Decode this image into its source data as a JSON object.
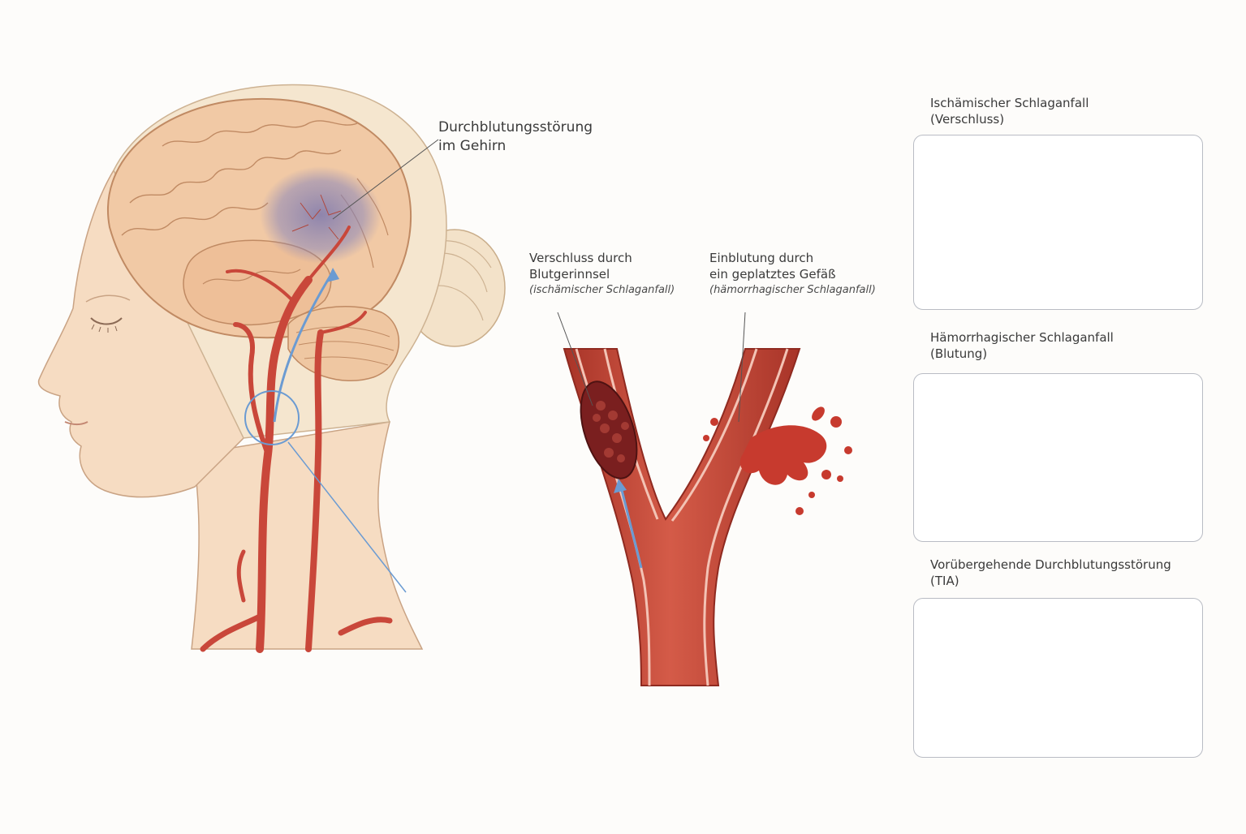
{
  "labels": {
    "brain_region_line1": "Durchblutungsstörung",
    "brain_region_line2": "im Gehirn",
    "occlusion_line1": "Verschluss durch",
    "occlusion_line2": "Blutgerinnsel",
    "occlusion_line3": "(ischämischer Schlaganfall)",
    "bleed_line1": "Einblutung durch",
    "bleed_line2": "ein geplatztes Gefäß",
    "bleed_line3": "(hämorrhagischer Schlaganfall)"
  },
  "panels": [
    {
      "title_line1": "Ischämischer Schlaganfall",
      "title_line2": "(Verschluss)",
      "kind": "ischemic"
    },
    {
      "title_line1": "Hämorrhagischer Schlaganfall",
      "title_line2": "(Blutung)",
      "kind": "hemorrhagic"
    },
    {
      "title_line1": "Vorübergehende Durchblutungsstörung",
      "title_line2": "(TIA)",
      "kind": "tia"
    }
  ],
  "colors": {
    "skin": "#f6dcc2",
    "skin_line": "#c9a384",
    "brain": "#f1c9a5",
    "brain_line": "#c08a63",
    "artery": "#c9473a",
    "artery_dark": "#9e2e24",
    "artery_light": "#e27a65",
    "ischemia": "#8a86b8",
    "arrow": "#6b9bd2",
    "clot": "#7a1f1f",
    "panel_border": "#b9bcc4"
  }
}
